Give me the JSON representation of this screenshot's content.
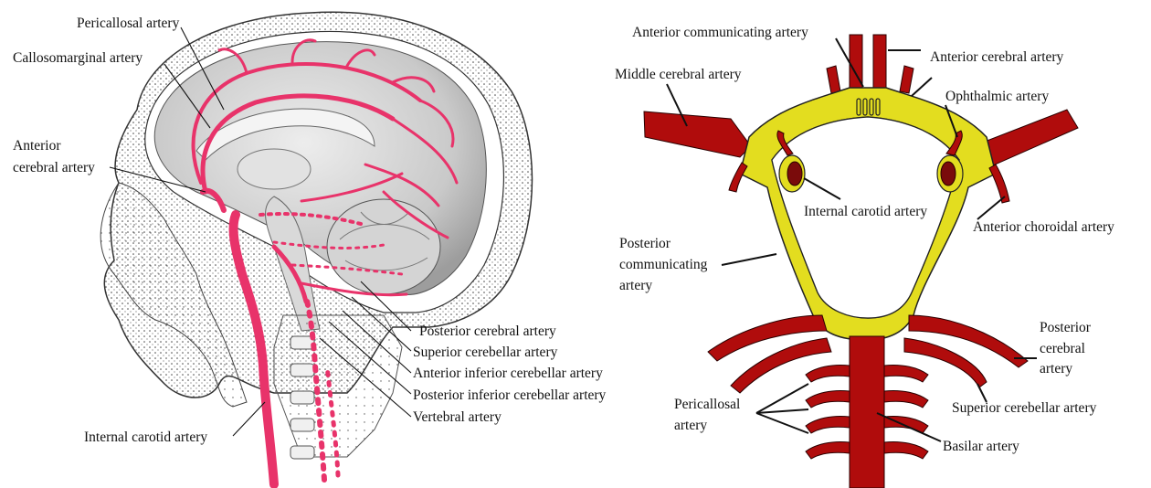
{
  "left_panel": {
    "labels": {
      "pericallosal": "Pericallosal artery",
      "callosomarginal": "Callosomarginal artery",
      "anterior_cerebral_1": "Anterior",
      "anterior_cerebral_2": "cerebral artery",
      "posterior_cerebral": "Posterior cerebral artery",
      "superior_cerebellar": "Superior cerebellar artery",
      "anterior_inferior_cerebellar": "Anterior inferior cerebellar artery",
      "posterior_inferior_cerebellar": "Posterior inferior cerebellar artery",
      "vertebral": "Vertebral artery",
      "internal_carotid": "Internal carotid artery"
    }
  },
  "right_panel": {
    "labels": {
      "anterior_communicating": "Anterior communicating artery",
      "anterior_cerebral": "Anterior cerebral  artery",
      "middle_cerebral": "Middle cerebral artery",
      "ophthalmic": "Ophthalmic artery",
      "internal_carotid": "Internal carotid artery",
      "anterior_choroidal": "Anterior choroidal artery",
      "posterior_communicating_1": "Posterior",
      "posterior_communicating_2": "communicating",
      "posterior_communicating_3": "artery",
      "posterior_cerebral_1": "Posterior",
      "posterior_cerebral_2": "cerebral",
      "posterior_cerebral_3": "artery",
      "superior_cerebellar": "Superior cerebellar artery",
      "pericallosal_1": "Pericallosal",
      "pericallosal_2": "artery",
      "basilar": "Basilar artery"
    }
  },
  "colors": {
    "artery_red": "#b00c0c",
    "circle_yellow": "#e3dd1f",
    "left_artery_pink": "#e8336a",
    "brain_gray": "#cfcfcf"
  }
}
